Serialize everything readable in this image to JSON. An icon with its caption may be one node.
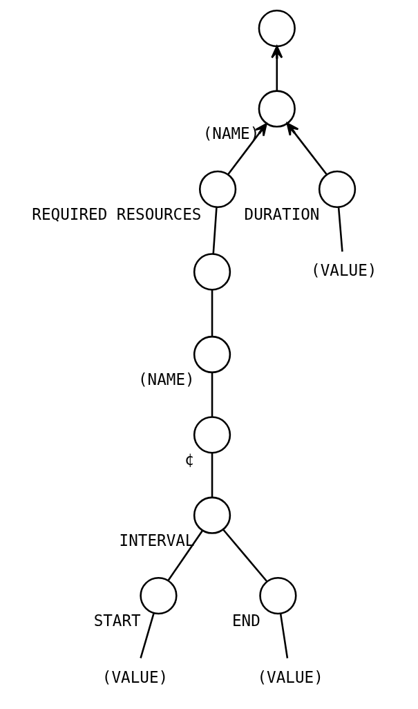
{
  "diagram": {
    "nodes": [
      {
        "text": [],
        "shape": "circle"
      },
      {
        "text": [],
        "shape": "circle",
        "beside": [
          "(NAME)"
        ]
      },
      {
        "text": [],
        "shape": "circle",
        "beside": [
          "REQUIRED RESOURCES"
        ]
      },
      {
        "text": [],
        "shape": "circle",
        "beside": [
          "DURATION"
        ]
      },
      {
        "text": [
          "(VALUE)"
        ]
      },
      {
        "text": [],
        "shape": "circle"
      },
      {
        "text": [],
        "shape": "circle",
        "beside": [
          "(NAME)"
        ]
      },
      {
        "text": [],
        "shape": "circle",
        "beside": [
          "¢"
        ]
      },
      {
        "text": [],
        "shape": "circle",
        "beside": [
          "INTERVAL"
        ]
      },
      {
        "text": [],
        "shape": "circle",
        "beside": [
          "START"
        ]
      },
      {
        "text": [],
        "shape": "circle",
        "beside": [
          "END"
        ]
      },
      {
        "text": [
          "(VALUE)"
        ]
      },
      {
        "text": [
          "(VALUE)"
        ]
      }
    ],
    "edges": [
      {
        "from": 1,
        "to": 0,
        "arrow": "to"
      },
      {
        "from": 2,
        "to": 1,
        "arrow": "to"
      },
      {
        "from": 3,
        "to": 1,
        "arrow": "to"
      },
      {
        "from": 4,
        "to": 3,
        "arrow": "none"
      },
      {
        "from": 5,
        "to": 2,
        "arrow": "none"
      },
      {
        "from": 6,
        "to": 5,
        "arrow": "none"
      },
      {
        "from": 7,
        "to": 6,
        "arrow": "none"
      },
      {
        "from": 8,
        "to": 7,
        "arrow": "none"
      },
      {
        "from": 9,
        "to": 8,
        "arrow": "none"
      },
      {
        "from": 10,
        "to": 8,
        "arrow": "none"
      },
      {
        "from": 11,
        "to": 9,
        "arrow": "none"
      },
      {
        "from": 12,
        "to": 10,
        "arrow": "none"
      }
    ]
  }
}
